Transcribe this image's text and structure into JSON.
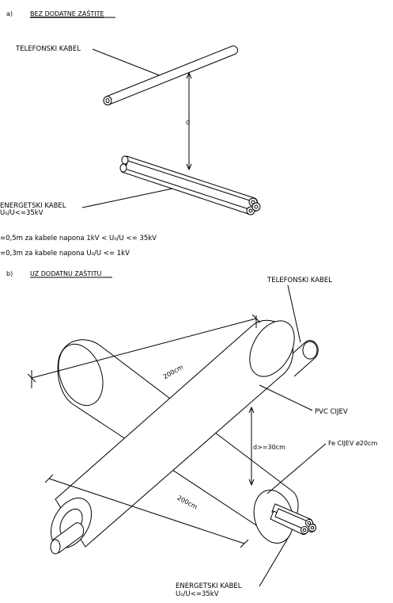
{
  "section_a": {
    "letter": "a)",
    "title": "BEZ DODATNE ZAŠTITE",
    "telefonski_label": "TELEFONSKI KABEL",
    "distance_label": "d",
    "energetski_label": "ENERGETSKI KABEL",
    "energetski_voltage": "U₀/U<=35kV",
    "rule_1": "=0,5m  za  kabele  napona  1kV  <  U₀/U  <=  35kV",
    "rule_2": "=0,3m  za  kabele  napona  U₀/U  <=  1kV"
  },
  "section_b": {
    "letter": "b)",
    "title": "UZ DODATNU ZAŠTITU",
    "telefonski_label": "TELEFONSKI KABEL",
    "length_upper": "200cm",
    "length_lower": "200cm",
    "pvc_label": "PVC CIJEV",
    "distance_label": "d>=30cm",
    "fe_label": "Fe CIJEV ø20cm",
    "energetski_label": "ENERGETSKI KABEL",
    "energetski_voltage": "U₀/U<=35kV"
  }
}
